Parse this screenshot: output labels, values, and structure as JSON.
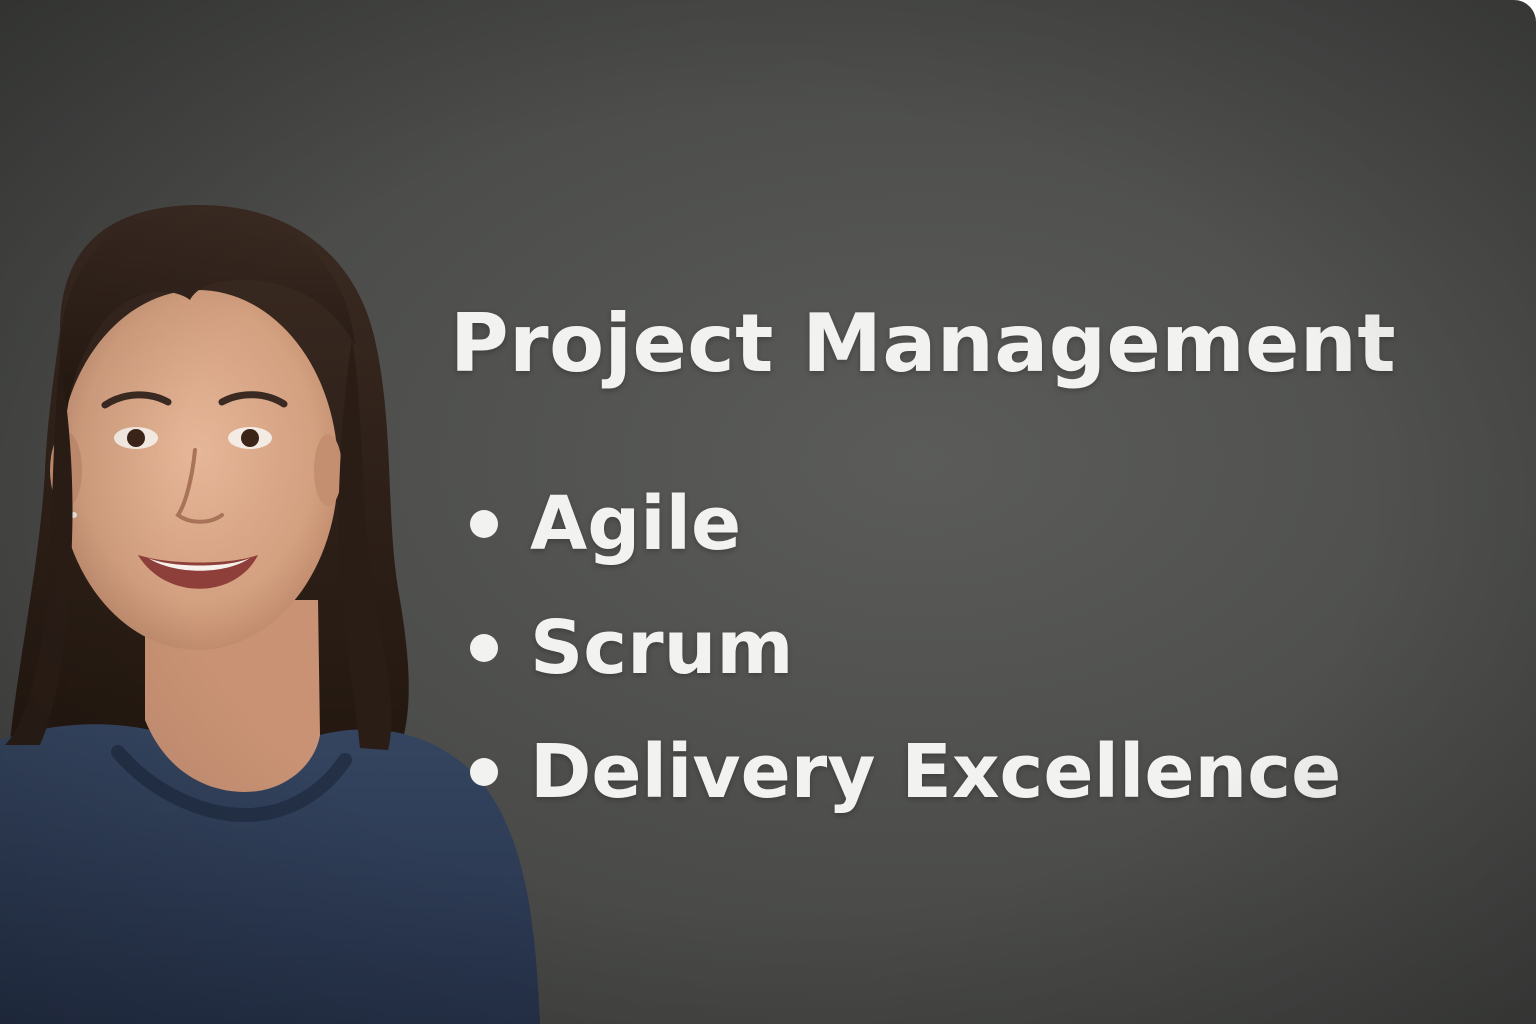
{
  "slide": {
    "title": "Project Management",
    "bullets": [
      {
        "label": "Agile"
      },
      {
        "label": "Scrum"
      },
      {
        "label": "Delivery Excellence"
      }
    ]
  },
  "colors": {
    "background": "#4e4f4d",
    "text": "#f2f2f0",
    "sweater": "#2f3e52",
    "hair": "#2b1f19",
    "skin": "#d9a98a"
  },
  "icons": {
    "bullet": "bullet-dot-icon"
  }
}
